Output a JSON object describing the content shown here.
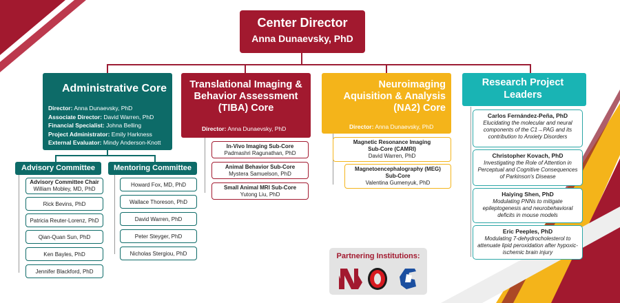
{
  "director": {
    "title": "Center Director",
    "name": "Anna Dunaevsky, PhD"
  },
  "admin": {
    "title": "Administrative Core",
    "roles": [
      {
        "label": "Director:",
        "value": "Anna Dunaevsky, PhD"
      },
      {
        "label": "Associate Director:",
        "value": "David Warren, PhD"
      },
      {
        "label": "Financial Specialist:",
        "value": "Johna Belling"
      },
      {
        "label": "Project Administrator:",
        "value": "Emily Harkness"
      },
      {
        "label": "External Evaluator:",
        "value": "Mindy Anderson-Knott"
      }
    ]
  },
  "tiba": {
    "title_line1": "Translational Imaging &",
    "title_line2": "Behavior Assessment",
    "title_line3": "(TIBA) Core",
    "director_label": "Director:",
    "director_value": "Anna Dunaevsky, PhD",
    "subcores": [
      {
        "title": "In-Vivo Imaging Sub-Core",
        "name": "Padmashri Ragunathan, PhD"
      },
      {
        "title": "Animal Behavior Sub-Core",
        "name": "Mystera Samuelson, PhD"
      },
      {
        "title": "Small Animal MRI Sub-Core",
        "name": "Yutong Liu, PhD"
      }
    ]
  },
  "na2": {
    "title_line1": "Neuroimaging",
    "title_line2": "Aquisition & Analysis",
    "title_line3": "(NA2) Core",
    "director_label": "Director:",
    "director_value": "Anna Dunaevsky, PhD",
    "subcores": [
      {
        "title_line1": "Magnetic Resonance Imaging",
        "title_line2": "Sub-Core (CAMRI)",
        "name": "David Warren, PhD"
      },
      {
        "title_line1": "Magnetoencephalography (MEG)",
        "title_line2": "Sub-Core",
        "name": "Valentina Gumenyuk, PhD"
      }
    ]
  },
  "research": {
    "title_line1": "Research Project",
    "title_line2": "Leaders",
    "leaders": [
      {
        "name": "Carlos Fernández-Peña, PhD",
        "desc": "Elucidating the molecular and neural components of the C1→PAG and its contribution to Anxiety Disorders"
      },
      {
        "name": "Christopher Kovach, PhD",
        "desc": "Investigating the Role of Attention in Perceptual and Cognitive Consequences of Parkinson's Disease"
      },
      {
        "name": "Haiying Shen, PhD",
        "desc": "Modulating PNNs to mitigate epileptogenesis and neurobehavioral deficits in mouse models"
      },
      {
        "name": "Eric Peeples, PhD",
        "desc": "Modulating 7-dehydrocholesterol to attenuate lipid peroxidation after hypoxic-ischemic brain injury"
      }
    ]
  },
  "advisory": {
    "title": "Advisory Committee",
    "chair_label": "Advisory Committee Chair",
    "chair_name": "William Mobley, MD, PhD",
    "members": [
      "Rick Bevins, PhD",
      "Patricia Reuter-Lorenz, PhD",
      "Qian-Quan Sun, PhD",
      "Ken Bayles, PhD",
      "Jennifer Blackford, PhD"
    ]
  },
  "mentoring": {
    "title": "Mentoring Committee",
    "members": [
      "Howard Fox, MD, PhD",
      "Wallace Thoreson, PhD",
      "David Warren, PhD",
      "Peter Steyger, PhD",
      "Nicholas Stergiou, PhD"
    ]
  },
  "partners": {
    "title": "Partnering Institutions:"
  },
  "colors": {
    "crimson": "#a2192f",
    "teal": "#0d6b68",
    "gold": "#f4b41a",
    "aqua": "#19b4b4"
  }
}
